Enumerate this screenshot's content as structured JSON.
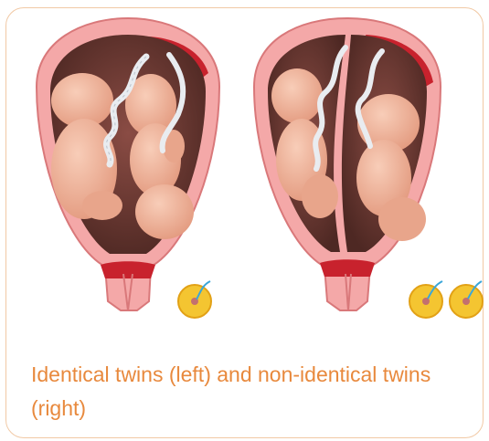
{
  "caption": {
    "text": "Identical twins (left) and non-identical twins (right)"
  },
  "illustration": {
    "left_panel": "identical-twins-uterus",
    "right_panel": "non-identical-twins-uterus",
    "left_eggs": 1,
    "right_eggs": 2,
    "colors": {
      "caption": "#e8893d",
      "border": "#f1c9a5",
      "uterus_wall": "#f4a8a8",
      "uterus_outline": "#d9787a",
      "placenta": "#c8222d",
      "cavity": "#6b3a33",
      "fetus": "#f2b9a0",
      "cord": "#e9ecf0",
      "egg": "#f4c531",
      "egg_outline": "#e2a116",
      "sperm": "#3aa6d9"
    }
  }
}
